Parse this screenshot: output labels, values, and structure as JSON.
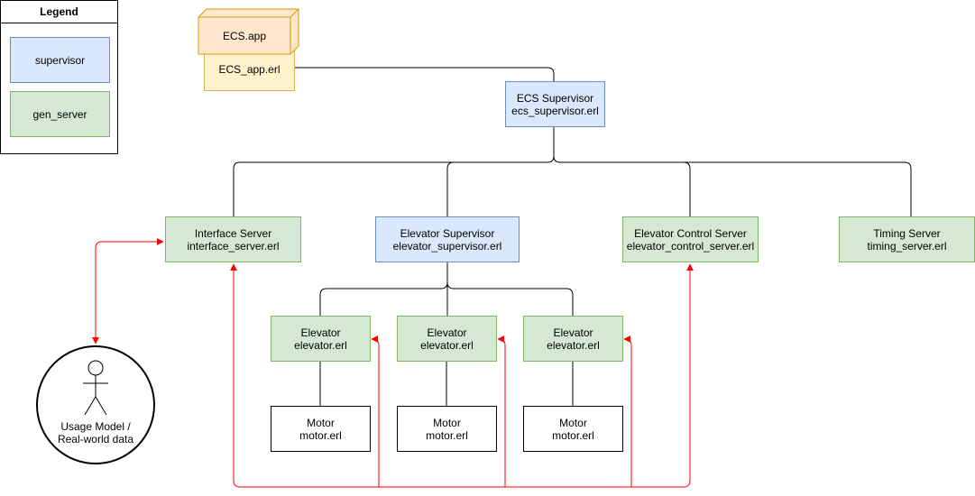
{
  "legend": {
    "title": "Legend",
    "supervisor": "supervisor",
    "gen_server": "gen_server"
  },
  "app": {
    "name": "ECS.app",
    "file": "ECS_app.erl"
  },
  "ecs_supervisor": {
    "name": "ECS Supervisor",
    "file": "ecs_supervisor.erl"
  },
  "interface_server": {
    "name": "Interface Server",
    "file": "interface_server.erl"
  },
  "elevator_supervisor": {
    "name": "Elevator Supervisor",
    "file": "elevator_supervisor.erl"
  },
  "elevator_control_server": {
    "name": "Elevator Control Server",
    "file": "elevator_control_server.erl"
  },
  "timing_server": {
    "name": "Timing Server",
    "file": "timing_server.erl"
  },
  "elevators": [
    {
      "name": "Elevator",
      "file": "elevator.erl"
    },
    {
      "name": "Elevator",
      "file": "elevator.erl"
    },
    {
      "name": "Elevator",
      "file": "elevator.erl"
    }
  ],
  "motors": [
    {
      "name": "Motor",
      "file": "motor.erl"
    },
    {
      "name": "Motor",
      "file": "motor.erl"
    },
    {
      "name": "Motor",
      "file": "motor.erl"
    }
  ],
  "actor": {
    "line1": "Usage Model /",
    "line2": "Real-world data"
  },
  "colors": {
    "supervisor_fill": "#dae8fc",
    "supervisor_stroke": "#6c8ebf",
    "gen_server_fill": "#d5e8d4",
    "gen_server_stroke": "#82b366",
    "app_fill": "#ffe6cc",
    "app_stroke": "#d79b00",
    "app_file_fill": "#fff2cc",
    "app_file_stroke": "#d6b656",
    "message_arrow": "#ff0000"
  }
}
